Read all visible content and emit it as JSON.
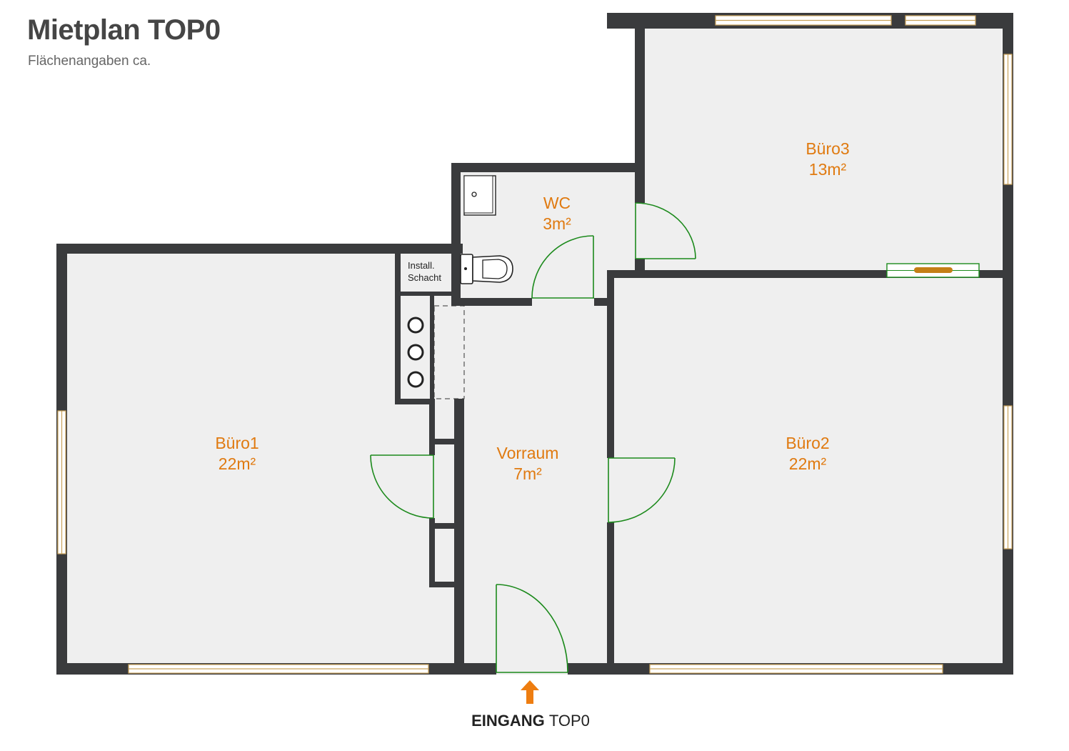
{
  "header": {
    "title": "Mietplan TOP0",
    "subtitle": "Flächenangaben ca."
  },
  "rooms": {
    "buero1": {
      "name": "Büro1",
      "area": "22m²"
    },
    "buero2": {
      "name": "Büro2",
      "area": "22m²"
    },
    "buero3": {
      "name": "Büro3",
      "area": "13m²"
    },
    "wc": {
      "name": "WC",
      "area": "3m²"
    },
    "vorraum": {
      "name": "Vorraum",
      "area": "7m²"
    }
  },
  "shaft": {
    "line1": "Install.",
    "line2": "Schacht"
  },
  "entrance": {
    "label_bold": "EINGANG",
    "label_regular": "TOP0"
  },
  "colors": {
    "wall": "#3a3b3d",
    "room_fill": "#efefef",
    "room_label": "#e07a10",
    "door": "#1c8a1c",
    "window": "#c9a25a",
    "entrance_arrow": "#ee7d10"
  }
}
